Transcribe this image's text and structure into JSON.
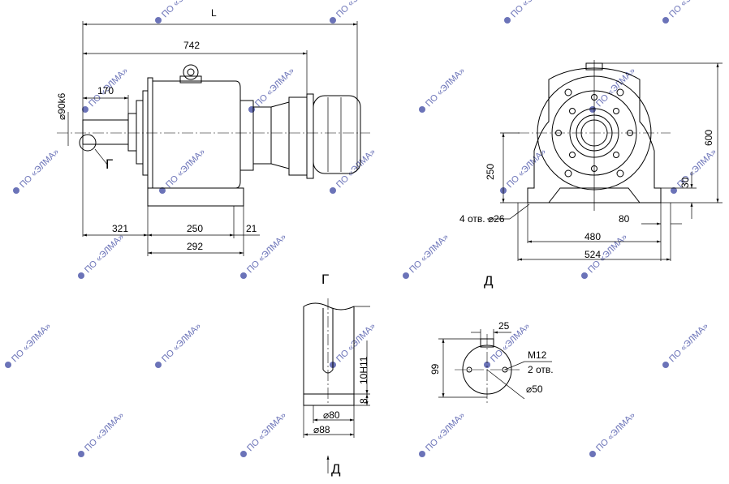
{
  "watermark": {
    "text": "ПО «ЭЛМА»",
    "icon": "gear-logo-icon",
    "color": "#6b73b8"
  },
  "side_view": {
    "L": "L",
    "overall": "742",
    "shaft_len": "170",
    "shaft_dia": "⌀90k6",
    "section_mark": "Г",
    "left_off": "321",
    "mid": "250",
    "right_off": "21",
    "base": "292"
  },
  "front_view": {
    "height": "600",
    "axis_h": "250",
    "foot_h": "30",
    "holes": "4 отв. ⌀26",
    "edge": "80",
    "holes_span": "480",
    "width": "524",
    "title": "Д"
  },
  "section_g": {
    "title": "Г",
    "key": "10H11",
    "depth": "8",
    "d1": "⌀80",
    "d2": "⌀88",
    "arrow": "Д"
  },
  "flange_view": {
    "w": "25",
    "h": "99",
    "thread": "М12",
    "qty": "2 отв.",
    "dia": "⌀50"
  }
}
